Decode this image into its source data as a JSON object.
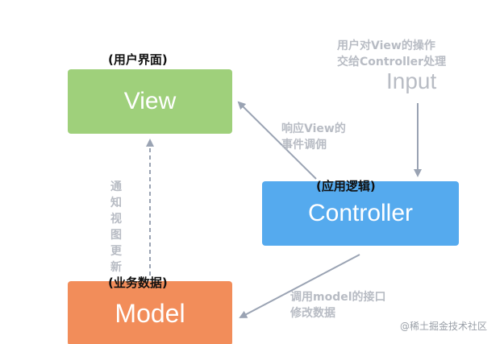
{
  "colors": {
    "view_fill": "#9fd07b",
    "controller_fill": "#55aaee",
    "model_fill": "#f28d5a",
    "arrow": "#9aa3b3",
    "annotation": "#b8bcc4"
  },
  "view": {
    "label": "View",
    "role": "(用户界面)"
  },
  "controller": {
    "label": "Controller",
    "role": "(应用逻辑)"
  },
  "model": {
    "label": "Model",
    "role": "(业务数据)"
  },
  "input": {
    "title": "Input",
    "desc_lines": [
      "用户对View的操作",
      "交给Controller处理"
    ]
  },
  "response": {
    "desc_lines": [
      "响应View的",
      "事件调佣"
    ]
  },
  "model_call": {
    "desc_lines": [
      "调用model的接口",
      "修改数据"
    ]
  },
  "notify": {
    "desc_lines": [
      "通",
      "知",
      "视",
      "图",
      "更",
      "新"
    ]
  },
  "watermark": "@稀土掘金技术社区"
}
